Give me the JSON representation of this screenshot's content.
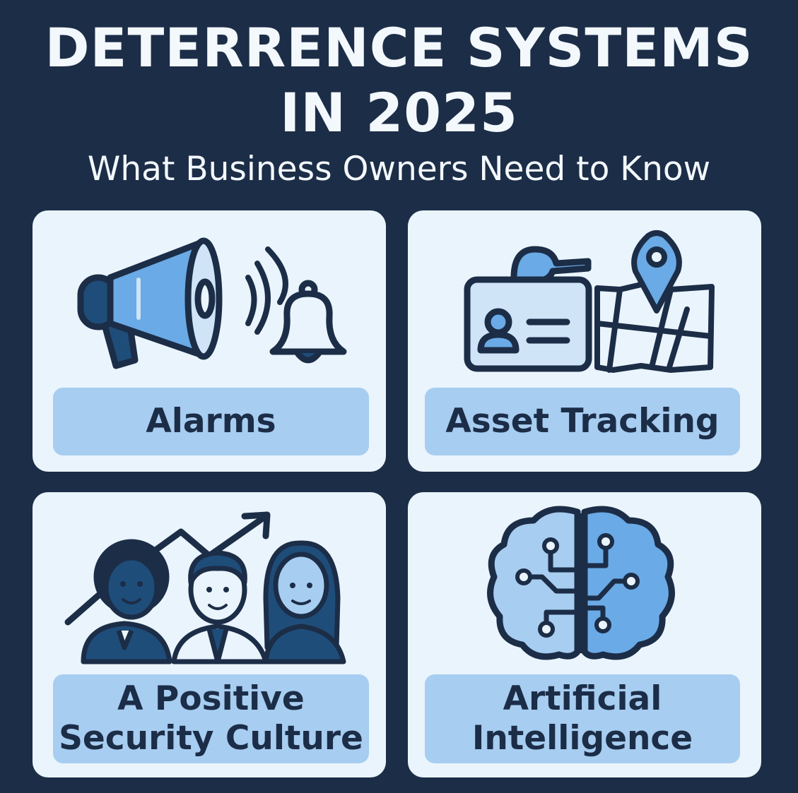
{
  "header": {
    "title_line1": "DETERRENCE SYSTEMS",
    "title_line2": "IN 2025",
    "subtitle": "What Business Owners Need to Know"
  },
  "cards": [
    {
      "label": "Alarms",
      "icons": [
        "megaphone-icon",
        "bell-icon"
      ]
    },
    {
      "label": "Asset Tracking",
      "icons": [
        "id-badge-icon",
        "map-pin-icon"
      ]
    },
    {
      "label": "A Positive\nSecurity Culture",
      "icons": [
        "people-group-icon",
        "trend-up-arrow-icon"
      ]
    },
    {
      "label": "Artificial\nIntelligence",
      "icons": [
        "circuit-brain-icon"
      ]
    }
  ],
  "colors": {
    "background": "#1c2d47",
    "card": "#eaf4fc",
    "label_box": "#a7cdf1",
    "icon_fill": "#6aaae6",
    "icon_dark": "#1f4d7a",
    "outline": "#1c2d47"
  }
}
